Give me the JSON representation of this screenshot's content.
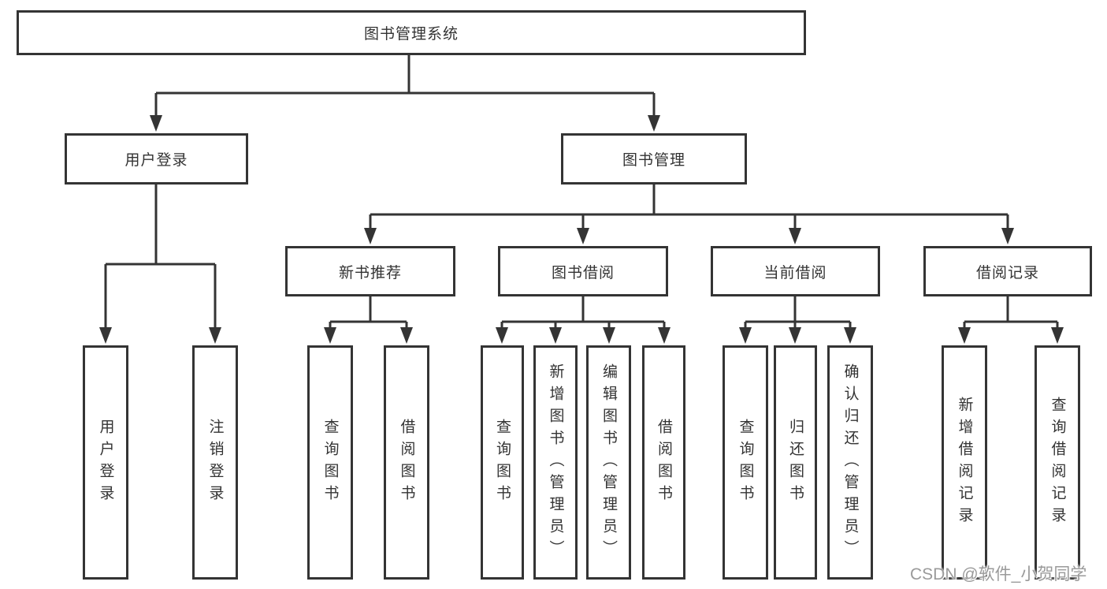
{
  "diagram": {
    "nodes": {
      "root": {
        "label": "图书管理系统"
      },
      "user_login_group": {
        "label": "用户登录"
      },
      "book_mgmt_group": {
        "label": "图书管理"
      },
      "user_login": {
        "label": "用户登录"
      },
      "logout_login": {
        "label": "注销登录"
      },
      "new_book_rec": {
        "label": "新书推荐"
      },
      "book_borrow": {
        "label": "图书借阅"
      },
      "current_borrow": {
        "label": "当前借阅"
      },
      "borrow_record": {
        "label": "借阅记录"
      },
      "nbr_query_book": {
        "label": "查询图书"
      },
      "nbr_borrow_book": {
        "label": "借阅图书"
      },
      "bb_query_book": {
        "label": "查询图书"
      },
      "bb_add_book": {
        "label": "新增图书（管理员）"
      },
      "bb_edit_book": {
        "label": "编辑图书（管理员）"
      },
      "bb_borrow_book": {
        "label": "借阅图书"
      },
      "cb_query_book": {
        "label": "查询图书"
      },
      "cb_return_book": {
        "label": "归还图书"
      },
      "cb_confirm_return": {
        "label": "确认归还（管理员）"
      },
      "br_add_record": {
        "label": "新增借阅记录"
      },
      "br_query_record": {
        "label": "查询借阅记录"
      }
    },
    "colors": {
      "line": "#343434",
      "text": "#333333",
      "background": "#ffffff"
    }
  },
  "watermark": {
    "text": "CSDN @软件_小贺同学",
    "color": "#9a9a9a"
  }
}
